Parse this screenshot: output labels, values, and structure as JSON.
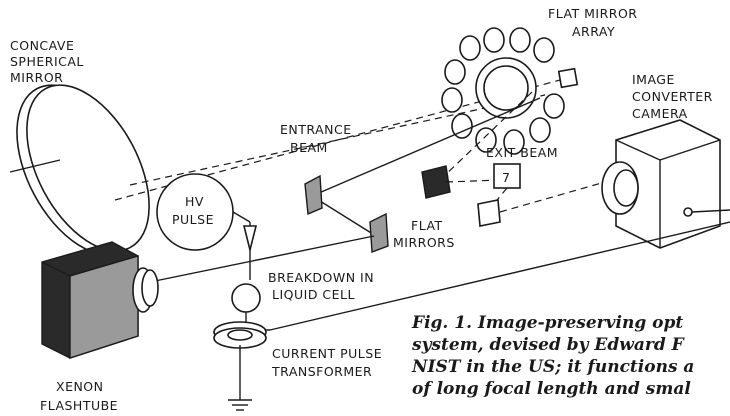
{
  "labels": {
    "concave_mirror": [
      "CONCAVE",
      "SPHERICAL",
      "MIRROR"
    ],
    "flat_mirror_array": [
      "FLAT MIRROR",
      "ARRAY"
    ],
    "image_converter_camera": [
      "IMAGE",
      "CONVERTER",
      "CAMERA"
    ],
    "entrance_beam": [
      "ENTRANCE",
      "BEAM"
    ],
    "exit_beam": "EXIT BEAM",
    "hv_pulse": [
      "HV",
      "PULSE"
    ],
    "flat_mirrors": [
      "FLAT",
      "MIRRORS"
    ],
    "breakdown": [
      "BREAKDOWN IN",
      "LIQUID CELL"
    ],
    "xenon_flashtube": [
      "XENON",
      "FLASHTUBE"
    ],
    "current_pulse_transformer": [
      "CURRENT PULSE",
      "TRANSFORMER"
    ],
    "mirror_number": "7"
  },
  "caption": [
    "Fig. 1. Image-preserving opt",
    "system, devised by Edward F",
    "NIST in the US; it functions a",
    "of long focal length and smal"
  ]
}
